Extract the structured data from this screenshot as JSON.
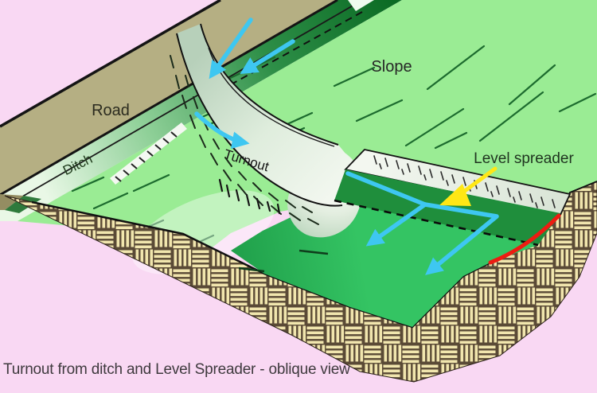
{
  "diagram": {
    "caption": "Turnout from ditch and Level Spreader - oblique view",
    "labels": {
      "road": "Road",
      "ditch": "Ditch",
      "slope": "Slope",
      "turnout": "Turnout",
      "level_spreader": "Level spreader"
    },
    "colors": {
      "background": "#F9D8F3",
      "road": "#B5AF83",
      "ditch_dark": "#0B6B24",
      "slope": "#9AEC94",
      "spread_area": "#34C463",
      "spreader_channel": "#1F8E3C",
      "berm": "#E9F0E5",
      "soil_brown": "#5A4A36",
      "soil_stripe": "#F1E6AE",
      "flow_arrow_blue": "#3EC7F1",
      "pointer_yellow": "#FFE715",
      "spreader_edge_red": "#ED1C12",
      "outline": "#141414",
      "label_text": "#20301C",
      "caption_text": "#3F3A3E"
    }
  }
}
